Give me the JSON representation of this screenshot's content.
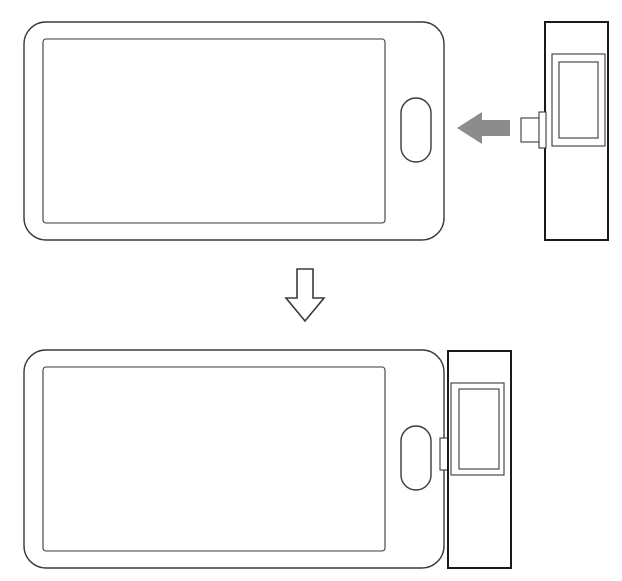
{
  "diagram": {
    "colors": {
      "line": "#3a3a3a",
      "line_dark": "#1a1a1a",
      "insert_arrow": "#8c8c8c",
      "background": "#ffffff"
    },
    "steps": [
      {
        "state": "before-connection",
        "action": "insert-arrow"
      },
      {
        "state": "after-connection"
      }
    ],
    "icons": [
      "insert-arrow",
      "down-outline-arrow"
    ]
  }
}
